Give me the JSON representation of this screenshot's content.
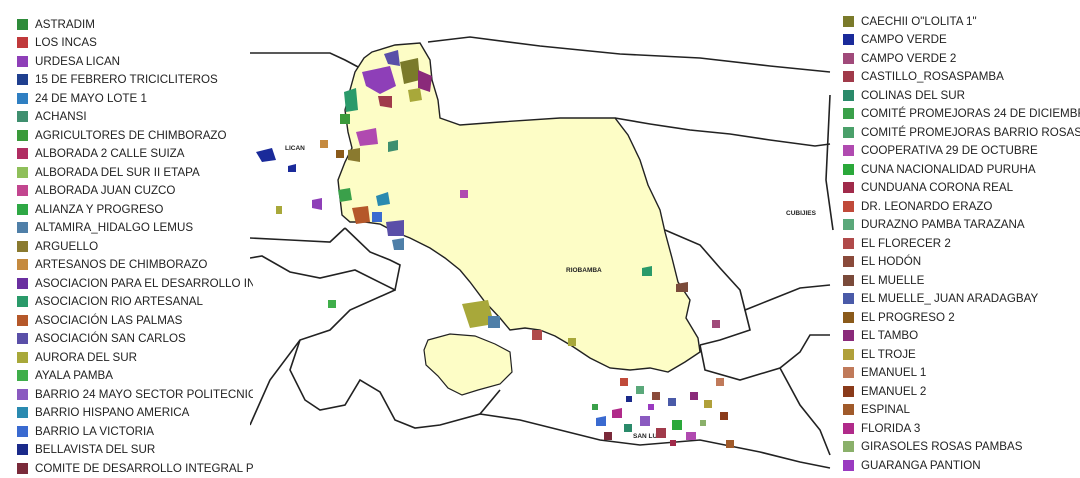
{
  "legend_left": [
    {
      "label": "ASTRADIM",
      "color": "#2e8b3a"
    },
    {
      "label": "LOS INCAS",
      "color": "#c0393b"
    },
    {
      "label": "URDESA LICAN",
      "color": "#8e3fb8"
    },
    {
      "label": "15 DE FEBRERO TRICICLITEROS",
      "color": "#1f3f8f"
    },
    {
      "label": "24 DE MAYO LOTE 1",
      "color": "#2f7fc2"
    },
    {
      "label": "ACHANSI",
      "color": "#3f8f6f"
    },
    {
      "label": "AGRICULTORES DE CHIMBORAZO",
      "color": "#3a9a3a"
    },
    {
      "label": "ALBORADA 2 CALLE SUIZA",
      "color": "#b02d62"
    },
    {
      "label": "ALBORADA DEL SUR II ETAPA",
      "color": "#8fbf5a"
    },
    {
      "label": "ALBORADA JUAN CUZCO",
      "color": "#c2468f"
    },
    {
      "label": "ALIANZA Y PROGRESO",
      "color": "#2ea845"
    },
    {
      "label": "ALTAMIRA_HIDALGO LEMUS",
      "color": "#4f7fa8"
    },
    {
      "label": "ARGUELLO",
      "color": "#8a7a2f"
    },
    {
      "label": "ARTESANOS DE CHIMBORAZO",
      "color": "#c58a3f"
    },
    {
      "label": "ASOCIACION PARA EL DESARROLLO IN",
      "color": "#6a2fa0"
    },
    {
      "label": "ASOCIACION RIO ARTESANAL",
      "color": "#2a9a6a"
    },
    {
      "label": "ASOCIACIÓN LAS PALMAS",
      "color": "#b5582a"
    },
    {
      "label": "ASOCIACIÓN SAN CARLOS",
      "color": "#5a4fa8"
    },
    {
      "label": "AURORA DEL SUR",
      "color": "#a8a83a"
    },
    {
      "label": "AYALA PAMBA",
      "color": "#3fae4a"
    },
    {
      "label": "BARRIO 24 MAYO  SECTOR POLITECNIC",
      "color": "#8a5ac0"
    },
    {
      "label": "BARRIO HISPANO AMERICA",
      "color": "#2a8ab0"
    },
    {
      "label": "BARRIO LA VICTORIA",
      "color": "#3a6ad0"
    },
    {
      "label": "BELLAVISTA DEL SUR",
      "color": "#1a2a8a"
    },
    {
      "label": "COMITE DE DESARROLLO INTEGRAL PIF",
      "color": "#7a2a3a"
    }
  ],
  "legend_right": [
    {
      "label": "CAECHII O\"LOLITA 1\"",
      "color": "#7a7a2a"
    },
    {
      "label": "CAMPO VERDE",
      "color": "#1a2a9a"
    },
    {
      "label": "CAMPO VERDE 2",
      "color": "#a04a7a"
    },
    {
      "label": "CASTILLO_ROSASPAMBA",
      "color": "#a03a4a"
    },
    {
      "label": "COLINAS DEL SUR",
      "color": "#2a8a6a"
    },
    {
      "label": "COMITÉ PROMEJORAS 24 DE DICIEMBR",
      "color": "#3aa04a"
    },
    {
      "label": "COMITÉ PROMEJORAS BARRIO ROSAS",
      "color": "#4aa06a"
    },
    {
      "label": "COOPERATIVA  29 DE OCTUBRE",
      "color": "#b04ab0"
    },
    {
      "label": "CUNA NACIONALIDAD PURUHA",
      "color": "#2aa83a"
    },
    {
      "label": "CUNDUANA CORONA REAL",
      "color": "#a02a4a"
    },
    {
      "label": "DR. LEONARDO ERAZO",
      "color": "#c04a3a"
    },
    {
      "label": "DURAZNO PAMBA TARAZANA",
      "color": "#5aa87a"
    },
    {
      "label": "EL FLORECER 2",
      "color": "#b04a4a"
    },
    {
      "label": "EL HODÓN",
      "color": "#8a4a3a"
    },
    {
      "label": "EL MUELLE",
      "color": "#7a4a3a"
    },
    {
      "label": "EL MUELLE_ JUAN ARADAGBAY",
      "color": "#4a5aa8"
    },
    {
      "label": "EL PROGRESO 2",
      "color": "#8a5a1a"
    },
    {
      "label": "EL TAMBO",
      "color": "#8a2a7a"
    },
    {
      "label": "EL TROJE",
      "color": "#b0a03a"
    },
    {
      "label": "EMANUEL 1",
      "color": "#c07a5a"
    },
    {
      "label": "EMANUEL 2",
      "color": "#8a3a1a"
    },
    {
      "label": "ESPINAL",
      "color": "#a05a2a"
    },
    {
      "label": "FLORIDA 3",
      "color": "#b02a8a"
    },
    {
      "label": "GIRASOLES ROSAS PAMBAS",
      "color": "#8ab06a"
    },
    {
      "label": "GUARANGA PANTION",
      "color": "#9a3ac0"
    }
  ],
  "map": {
    "labels": {
      "lican": "LICAN",
      "cubijies": "CUBIJIES",
      "riobamba": "RIOBAMBA",
      "san_luis": "SAN LUIS"
    },
    "colors": {
      "city_fill": "#fdfdc6",
      "boundary": "#222222"
    }
  }
}
